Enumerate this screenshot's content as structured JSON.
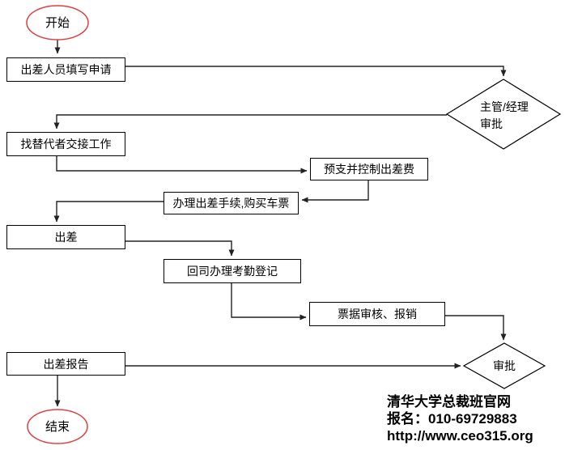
{
  "diagram": {
    "nodes": {
      "start": {
        "label": "开始"
      },
      "fill_application": {
        "label": "出差人员填写申请"
      },
      "manager_approval": {
        "label": "主管/经理\n审批"
      },
      "handover": {
        "label": "找替代者交接工作"
      },
      "advance_expense": {
        "label": "预支并控制出差费"
      },
      "procedures_tickets": {
        "label": "办理出差手续,购买车票"
      },
      "business_trip": {
        "label": "出差"
      },
      "attendance_register": {
        "label": "回司办理考勤登记"
      },
      "invoice_review": {
        "label": "票据审核、报销"
      },
      "trip_report": {
        "label": "出差报告"
      },
      "final_approval": {
        "label": "审批"
      },
      "end": {
        "label": "结束"
      }
    },
    "colors": {
      "terminal_stroke": "#e03e3e",
      "connector": "#222222",
      "shape_border": "#000000"
    }
  },
  "footer": {
    "site_name": "清华大学总裁班官网",
    "phone": "报名：010-69729883",
    "url": "http://www.ceo315.org"
  }
}
